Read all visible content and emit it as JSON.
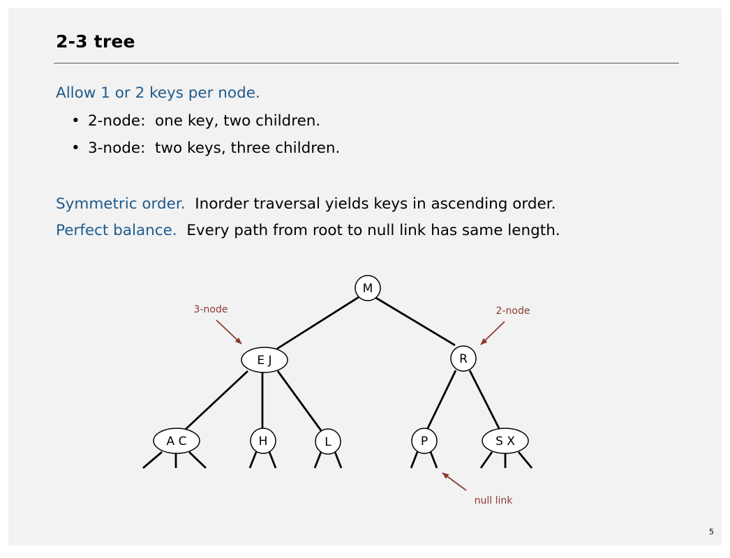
{
  "title": "2-3 tree",
  "intro": "Allow 1 or 2 keys per node.",
  "bullets": [
    {
      "label": "2-node:",
      "text": "one key, two children."
    },
    {
      "label": "3-node:",
      "text": "two keys, three children."
    }
  ],
  "properties": [
    {
      "label": "Symmetric order.",
      "text": "Inorder traversal yields keys in ascending order."
    },
    {
      "label": "Perfect balance.",
      "text": "Every path from root to null link has same length."
    }
  ],
  "tree": {
    "nodes": {
      "root": "M",
      "left": "E J",
      "right": "R",
      "ll": "A C",
      "lm": "H",
      "lr": "L",
      "rl": "P",
      "rr": "S X"
    },
    "annotations": {
      "three_node": "3-node",
      "two_node": "2-node",
      "null_link": "null link"
    }
  },
  "colors": {
    "accent_text": "#1f5a8c",
    "annotation": "#8b3a2f"
  },
  "page_number": "5"
}
